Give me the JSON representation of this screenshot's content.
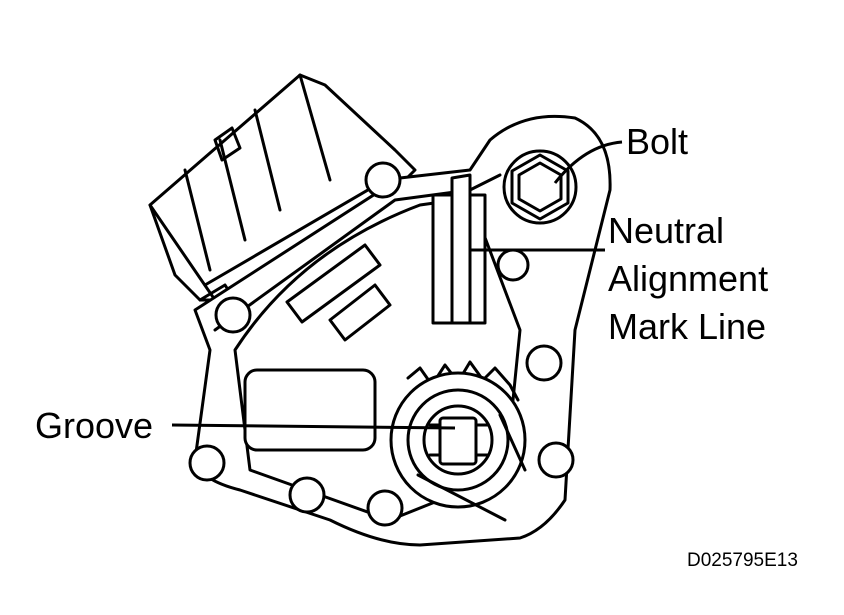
{
  "labels": {
    "bolt": "Bolt",
    "neutral_line1": "Neutral",
    "neutral_line2": "Alignment",
    "neutral_line3": "Mark Line",
    "groove": "Groove"
  },
  "figure_code": "D025795E13",
  "colors": {
    "ink": "#000000",
    "background": "#ffffff"
  }
}
